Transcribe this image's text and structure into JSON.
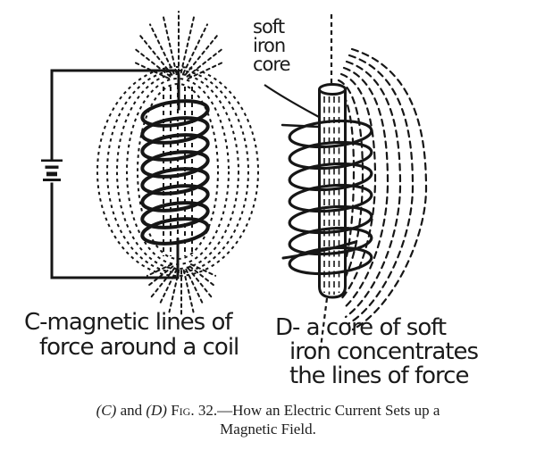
{
  "colors": {
    "paper": "#ffffff",
    "ink": "#161616"
  },
  "diagram_c": {
    "label_line1": "C-magnetic lines of",
    "label_line2": "force around a coil"
  },
  "diagram_d": {
    "core_label_line1": "soft",
    "core_label_line2": "iron",
    "core_label_line3": "core",
    "label_line1": "D- a core of soft",
    "label_line2": "iron concentrates",
    "label_line3": "the lines of force"
  },
  "caption": {
    "c_ref": "(C)",
    "conjunction": " and ",
    "d_ref": "(D)",
    "fig_abbr": " Fig. ",
    "fig_rest": "32.—How an Electric Current Sets up a",
    "line2": "Magnetic Field."
  }
}
